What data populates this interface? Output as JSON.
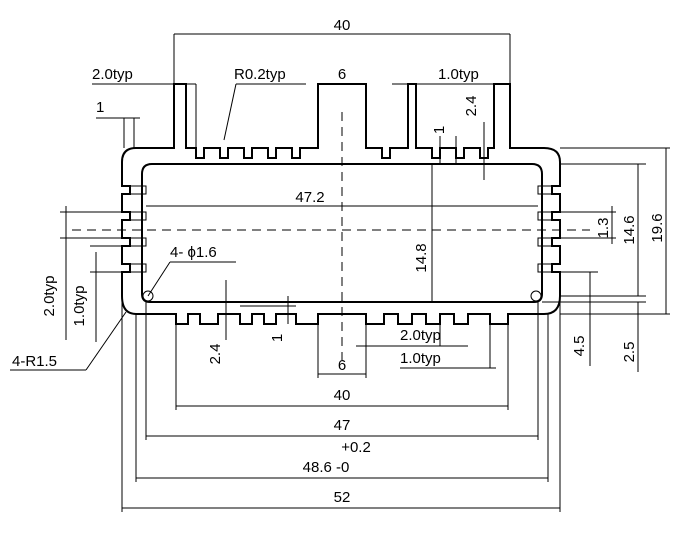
{
  "dimensions": {
    "top_width_40": "40",
    "fin_pitch_2_0": "2.0typ",
    "radius_0_2": "R0.2typ",
    "gap_6_top": "6",
    "fin_width_1_0": "1.0typ",
    "fin_thick_1_top_left": "1",
    "fin_thick_1_top_right": "1",
    "fin_height_2_4_top": "2.4",
    "inner_width_47_2": "47.2",
    "hole_note": "4- ϕ1.6",
    "inner_height_14_8": "14.8",
    "slot_1_3": "1.3",
    "height_14_6": "14.6",
    "height_19_6": "19.6",
    "side_pitch_2_0": "2.0typ",
    "side_width_1_0": "1.0typ",
    "corner_radius": "4-R1.5",
    "fin_height_2_4_bottom": "2.4",
    "fin_thick_1_bottom": "1",
    "gap_6_bottom": "6",
    "bottom_pitch_2_0": "2.0typ",
    "bottom_width_1_0": "1.0typ",
    "height_4_5": "4.5",
    "height_2_5": "2.5",
    "bottom_width_40": "40",
    "width_47": "47",
    "tolerance_plus": "+0.2",
    "width_48_6": "48.6 -0",
    "width_52": "52"
  }
}
